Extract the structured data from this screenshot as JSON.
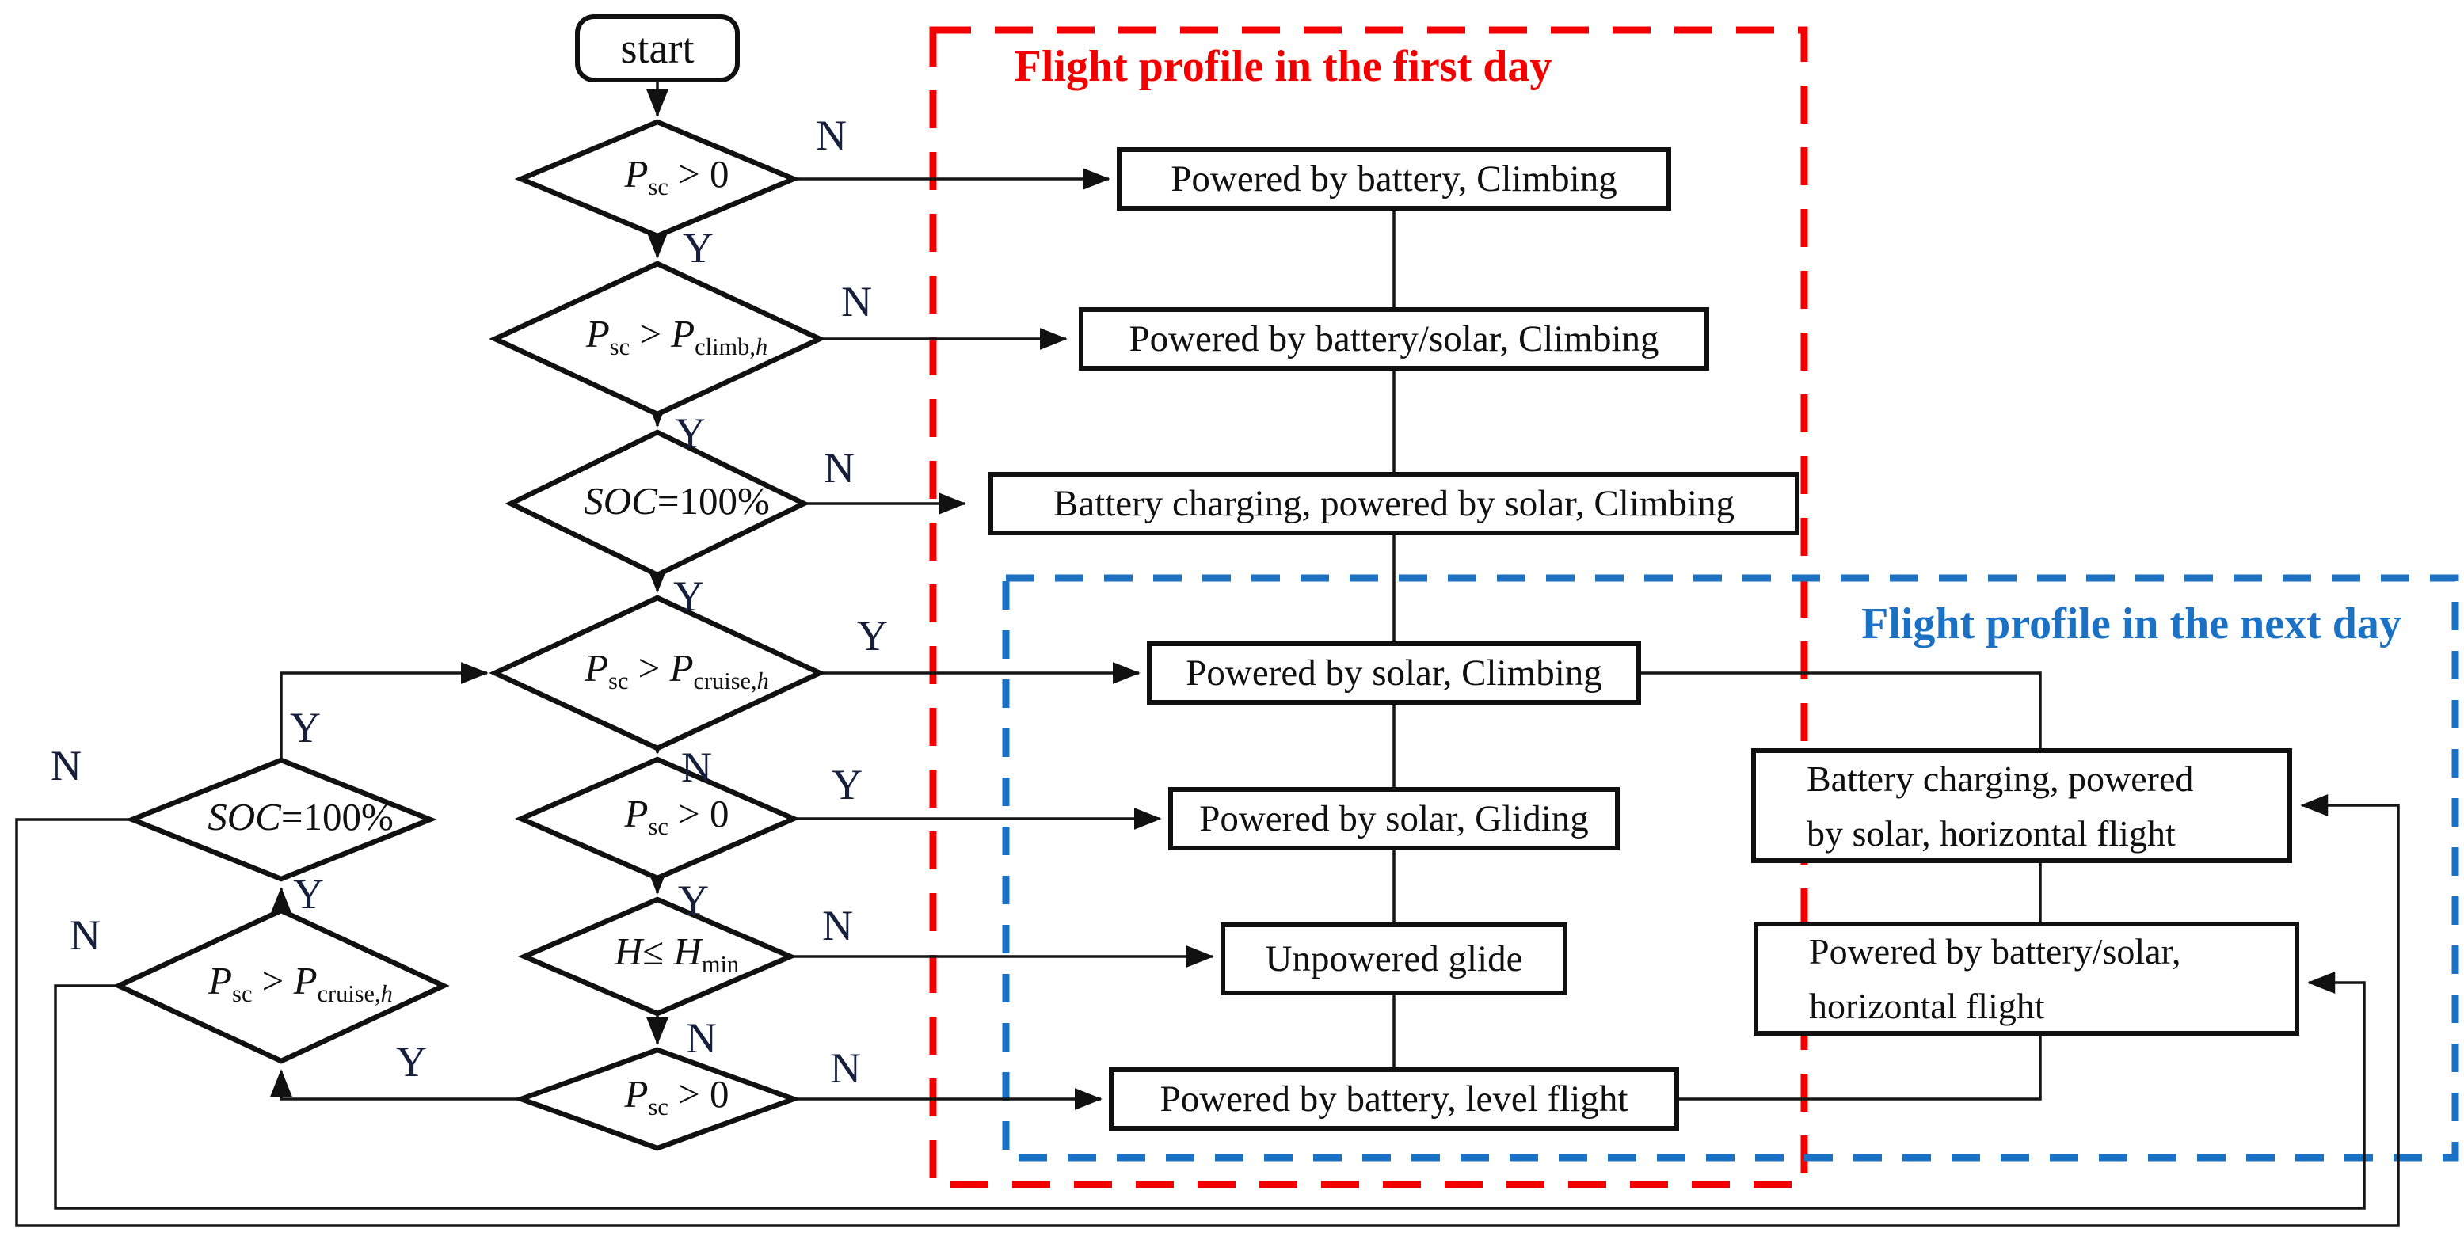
{
  "titles": {
    "first_day": "Flight profile in the first day",
    "next_day": "Flight profile in the next day"
  },
  "terminal": {
    "start": "start"
  },
  "decisions": {
    "d1": {
      "var1": "P",
      "sub1": "sc",
      "op": " > 0"
    },
    "d2": {
      "var1": "P",
      "sub1": "sc",
      "op": " > ",
      "var2": "P",
      "sub2": "climb,",
      "sub2i": "h"
    },
    "d3": {
      "var1": "SOC",
      "op": "=100%"
    },
    "d4": {
      "var1": "P",
      "sub1": "sc",
      "op": " > ",
      "var2": "P",
      "sub2": "cruise,",
      "sub2i": "h"
    },
    "d5": {
      "var1": "P",
      "sub1": "sc",
      "op": " > 0"
    },
    "d6": {
      "var1": "H",
      "op": "≤ ",
      "var2": "H",
      "sub2": "min"
    },
    "d7": {
      "var1": "P",
      "sub1": "sc",
      "op": " > 0"
    },
    "lsoc": {
      "var1": "SOC",
      "op": "=100%"
    },
    "lcruise": {
      "var1": "P",
      "sub1": "sc",
      "op": " > ",
      "var2": "P",
      "sub2": "cruise,",
      "sub2i": "h"
    }
  },
  "processes": {
    "b1": "Powered by battery, Climbing",
    "b2": "Powered by battery/solar, Climbing",
    "b3": "Battery charging, powered by solar, Climbing",
    "b4": "Powered by solar, Climbing",
    "b5": "Powered by solar, Gliding",
    "b6": "Unpowered glide",
    "b7": "Powered by battery, level flight",
    "r1_lines": [
      "Battery charging, powered",
      "by solar, horizontal flight"
    ],
    "r2_lines": [
      "Powered by battery/solar,",
      "horizontal flight"
    ]
  },
  "edge_labels": {
    "yes": "Y",
    "no": "N"
  },
  "colors": {
    "first_day_accent": "#f20000",
    "next_day_accent": "#1b72c4",
    "line": "#151515"
  }
}
